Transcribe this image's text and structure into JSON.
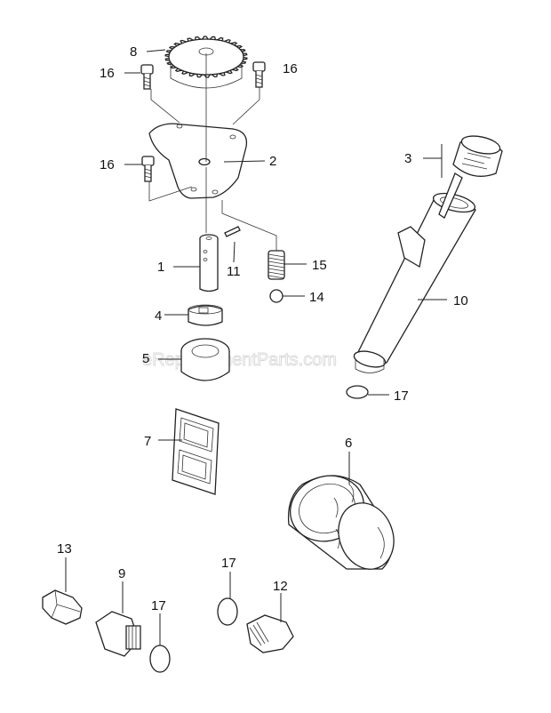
{
  "watermark": "eReplacementParts.com",
  "callouts": [
    {
      "id": "c8",
      "text": "8"
    },
    {
      "id": "c16a",
      "text": "16"
    },
    {
      "id": "c16b",
      "text": "16"
    },
    {
      "id": "c2",
      "text": "2"
    },
    {
      "id": "c16c",
      "text": "16"
    },
    {
      "id": "c3",
      "text": "3"
    },
    {
      "id": "c1",
      "text": "1"
    },
    {
      "id": "c11",
      "text": "11"
    },
    {
      "id": "c15",
      "text": "15"
    },
    {
      "id": "c14",
      "text": "14"
    },
    {
      "id": "c10",
      "text": "10"
    },
    {
      "id": "c4",
      "text": "4"
    },
    {
      "id": "c5",
      "text": "5"
    },
    {
      "id": "c17a",
      "text": "17"
    },
    {
      "id": "c7",
      "text": "7"
    },
    {
      "id": "c6",
      "text": "6"
    },
    {
      "id": "c13",
      "text": "13"
    },
    {
      "id": "c9",
      "text": "9"
    },
    {
      "id": "c17b",
      "text": "17"
    },
    {
      "id": "c17c",
      "text": "17"
    },
    {
      "id": "c12",
      "text": "12"
    }
  ]
}
